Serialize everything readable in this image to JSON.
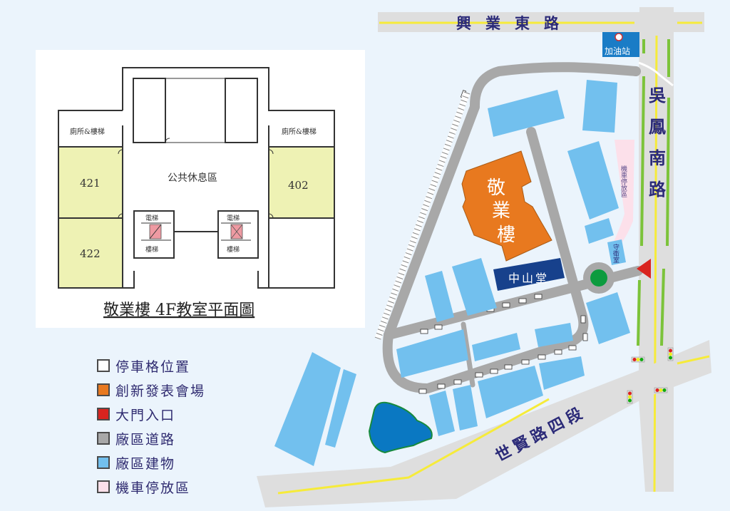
{
  "floor_plan": {
    "title": "敬業樓 4F教室平面圖",
    "rooms": [
      {
        "id": "421",
        "label": "421"
      },
      {
        "id": "422",
        "label": "422"
      },
      {
        "id": "402",
        "label": "402"
      }
    ],
    "restroom_left": "廁所&樓梯",
    "restroom_right": "廁所&樓梯",
    "lounge": "公共休息區",
    "elevator_label": "電梯",
    "stairs_label": "樓梯"
  },
  "roads": {
    "north": "興業東路",
    "east": "吳鳳南路",
    "south": "世賢路四段"
  },
  "landmarks": {
    "main_building": "敬業樓",
    "hall": "中山堂",
    "gas_station": "加油站",
    "scooter_parking": "機車停放區",
    "guard_room": "守衛室"
  },
  "legend": {
    "items": [
      {
        "label": "停車格位置",
        "color": "#FFFFFF"
      },
      {
        "label": "創新發表會場",
        "color": "#E8791F"
      },
      {
        "label": "大門入口",
        "color": "#D9241F"
      },
      {
        "label": "廠區道路",
        "color": "#A8A8A8"
      },
      {
        "label": "廠區建物",
        "color": "#72C0EE"
      },
      {
        "label": "機車停放區",
        "color": "#FCE0EA"
      }
    ]
  },
  "colors": {
    "background": "#EBF4FC",
    "building": "#72C0EE",
    "road_internal": "#A8A8A8",
    "road_public": "#DEDEDE",
    "center_line": "#F6EB3A",
    "lane_green": "#7CC33A",
    "venue": "#E8791F",
    "hall": "#17418C",
    "entrance": "#D9241F",
    "classroom": "#EEF2B4",
    "pond": "#0A78C2"
  }
}
